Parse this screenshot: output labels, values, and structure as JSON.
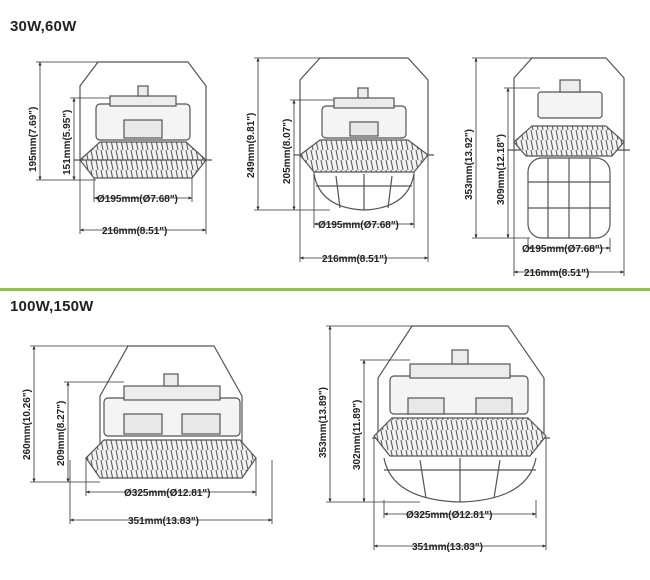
{
  "sections": {
    "top": {
      "title": "30W,60W"
    },
    "bottom": {
      "title": "100W,150W"
    }
  },
  "colors": {
    "divider": "#8dc63f",
    "outline": "#555555",
    "text": "#222222"
  },
  "fixtures": {
    "f30_plain": {
      "height_total": "195mm(7.69\")",
      "height_body": "151mm(5.95\")",
      "diameter": "Ø195mm(Ø7.68\")",
      "width_bracket": "216mm(8.51\")"
    },
    "f30_guard": {
      "height_total": "249mm(9.81\")",
      "height_body": "205mm(8.07\")",
      "diameter": "Ø195mm(Ø7.68\")",
      "width_bracket": "216mm(8.51\")"
    },
    "f30_cage": {
      "height_total": "353mm(13.92\")",
      "height_body": "309mm(12.18\")",
      "diameter": "Ø195mm(Ø7.68\")",
      "width_bracket": "216mm(8.51\")"
    },
    "f100_plain": {
      "height_total": "260mm(10.26\")",
      "height_body": "209mm(8.27\")",
      "diameter": "Ø325mm(Ø12.81\")",
      "width_bracket": "351mm(13.83\")"
    },
    "f100_guard": {
      "height_total": "353mm(13.89\")",
      "height_body": "302mm(11.89\")",
      "diameter": "Ø325mm(Ø12.81\")",
      "width_bracket": "351mm(13.83\")"
    }
  }
}
